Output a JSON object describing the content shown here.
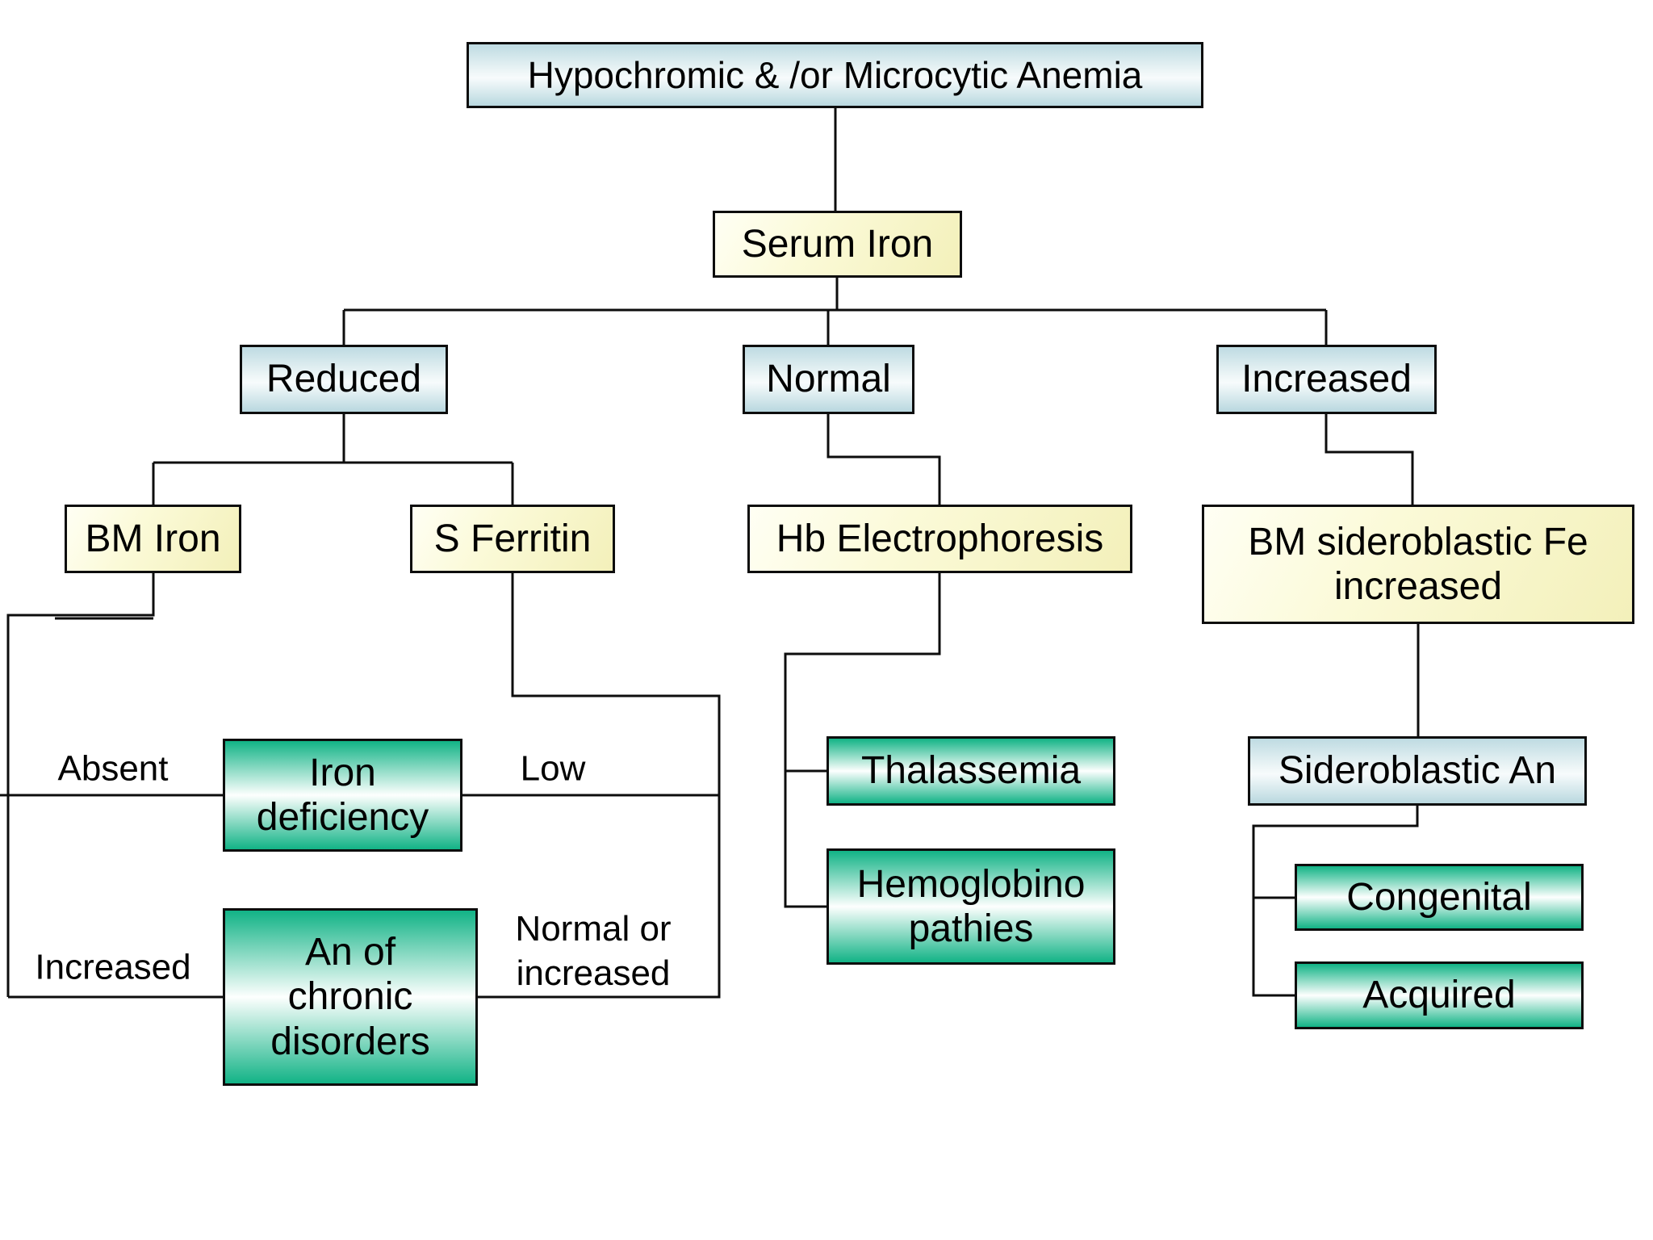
{
  "title": "Hypochromic & /or Microcytic Anemia",
  "colors": {
    "box_border": "#0d0d0d",
    "line": "#0d0d0d",
    "blue_fill_edge": "#bedbe2",
    "blue_fill_center": "#f7fbfc",
    "yellow_fill_light": "#fffff4",
    "yellow_fill_dark": "#f3f0ba",
    "green_fill_edge": "#12b386",
    "green_fill_center": "#fdfffe",
    "background": "#ffffff"
  },
  "nodes": {
    "root": {
      "label": "Hypochromic & /or Microcytic Anemia"
    },
    "serum_iron": {
      "label": "Serum Iron"
    },
    "reduced": {
      "label": "Reduced"
    },
    "normal": {
      "label": "Normal"
    },
    "increased": {
      "label": "Increased"
    },
    "bm_iron": {
      "label": "BM Iron"
    },
    "s_ferritin": {
      "label": "S Ferritin"
    },
    "hb_electrophoresis": {
      "label": "Hb Electrophoresis"
    },
    "bm_sideroblastic": {
      "lines": [
        "BM sideroblastic Fe",
        "increased"
      ]
    },
    "iron_deficiency": {
      "lines": [
        "Iron",
        "deficiency"
      ]
    },
    "an_of_chronic_disorders": {
      "lines": [
        "An of",
        "chronic",
        "disorders"
      ]
    },
    "thalassemia": {
      "label": "Thalassemia"
    },
    "hemoglobinopathies": {
      "lines": [
        "Hemoglobino",
        "pathies"
      ]
    },
    "sideroblastic_an": {
      "label": "Sideroblastic An"
    },
    "congenital": {
      "label": "Congenital"
    },
    "acquired": {
      "label": "Acquired"
    }
  },
  "edge_labels": {
    "absent": "Absent",
    "increased": "Increased",
    "low": "Low",
    "normal_or_increased": {
      "lines": [
        "Normal or",
        "increased"
      ]
    }
  }
}
